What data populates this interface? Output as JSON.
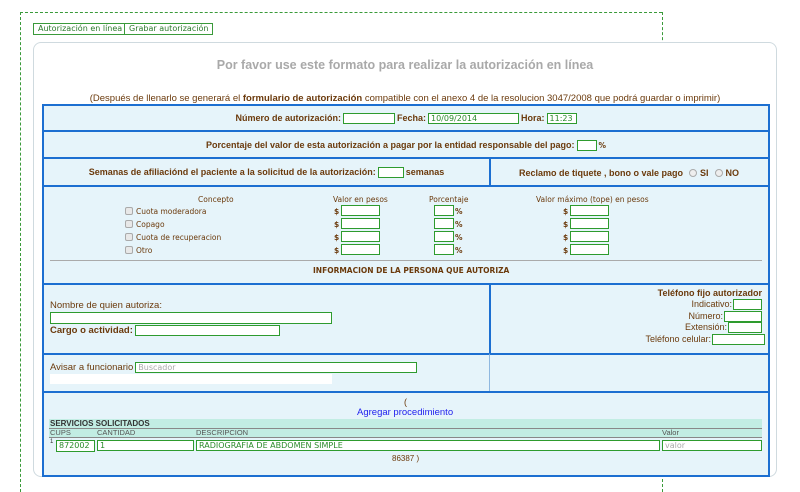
{
  "toolbar": {
    "online_label": "Autorización en línea",
    "save_label": "Grabar autorización"
  },
  "title": "Por favor use este formato para realizar la autorización en línea",
  "subtitle": {
    "pre": "(Después de llenarlo se generará el ",
    "bold": "formulario de autorización",
    "post": " compatible con el anexo 4 de la resolucion 3047/2008 que podrá guardar o imprimir)"
  },
  "auth": {
    "numero_label": "Número de autorización:",
    "numero_value": "",
    "fecha_label": "Fecha:",
    "fecha_value": "10/09/2014",
    "hora_label": "Hora:",
    "hora_value": "11:23"
  },
  "porcentaje": {
    "label": "Porcentaje del valor de esta autorización a pagar por la entidad responsable del pago:",
    "unit": "%"
  },
  "semanas": {
    "label": "Semanas de afiliaciónd el paciente a la solicitud de la autorización:",
    "unit": "semanas"
  },
  "reclamo": {
    "label": "Reclamo de tiquete , bono o vale pago",
    "si": "SI",
    "no": "NO"
  },
  "conceptos": {
    "headers": {
      "concepto": "Concepto",
      "valor": "Valor en pesos",
      "porcentaje": "Porcentaje",
      "maximo": "Valor máximo (tope) en pesos"
    },
    "currency": "$",
    "percent": "%",
    "items": [
      {
        "label": "Cuota moderadora"
      },
      {
        "label": "Copago"
      },
      {
        "label": "Cuota de recuperacion"
      },
      {
        "label": "Otro"
      }
    ]
  },
  "persona": {
    "heading": "INFORMACION DE LA PERSONA QUE AUTORIZA",
    "nombre_label": "Nombre de quien autoriza:",
    "cargo_label": "Cargo o actividad:"
  },
  "telefono": {
    "heading": "Teléfono fijo autorizador",
    "indicativo": "Indicativo:",
    "numero": "Número:",
    "extension": "Extensión:",
    "celular": "Teléfono celular:"
  },
  "avisar": {
    "label": "Avisar a funcionario",
    "placeholder": "Buscador"
  },
  "servicios": {
    "open_paren": "(",
    "add_link": "Agregar procedimiento",
    "heading": "SERVICIOS SOLICITADOS",
    "columns": [
      "CUPS",
      "CANTIDAD",
      "DESCRIPCION",
      "Valor"
    ],
    "rows": [
      {
        "index": "1",
        "cups": "872002",
        "cantidad": "1",
        "descripcion": "RADIOGRAFIA DE ABDOMEN SIMPLE",
        "valor_placeholder": "valor"
      }
    ],
    "footer": "86387 )"
  }
}
